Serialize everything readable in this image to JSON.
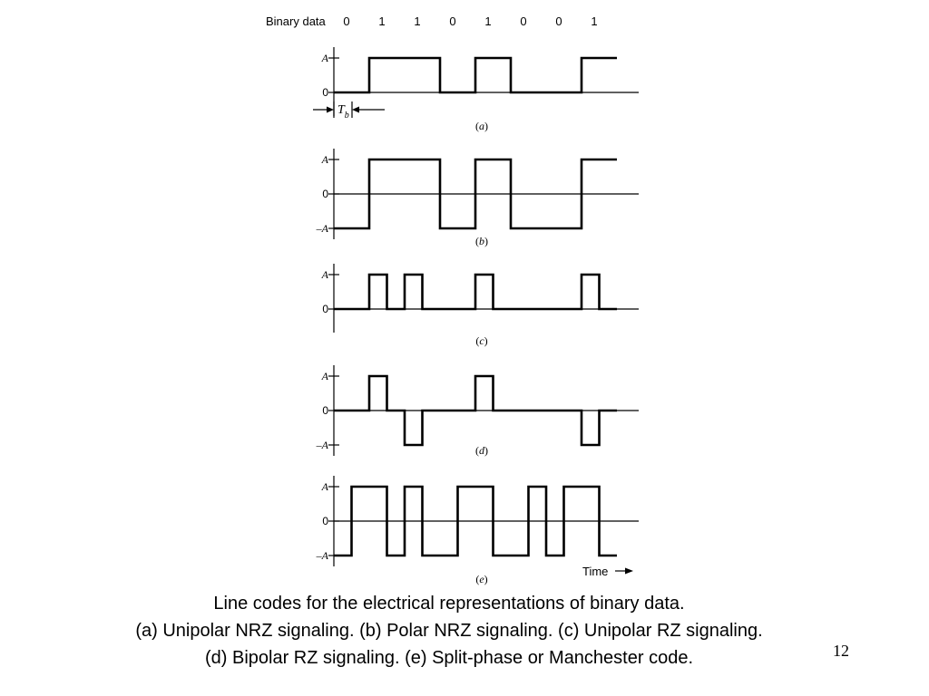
{
  "binary_data": {
    "label": "Binary data",
    "bits": [
      "0",
      "1",
      "1",
      "0",
      "1",
      "0",
      "0",
      "1"
    ]
  },
  "bit_period_label": "T",
  "bit_period_subscript": "b",
  "time_label": "Time",
  "panels": [
    {
      "tag": "a",
      "id": "unipolar-nrz",
      "y_labels": [
        "A",
        "0"
      ],
      "waveform": [
        0,
        1,
        1,
        0,
        1,
        0,
        0,
        1
      ]
    },
    {
      "tag": "b",
      "id": "polar-nrz",
      "y_labels": [
        "A",
        "0",
        "–A"
      ],
      "waveform": [
        -1,
        1,
        1,
        -1,
        1,
        -1,
        -1,
        1
      ]
    },
    {
      "tag": "c",
      "id": "unipolar-rz",
      "y_labels": [
        "A",
        "0"
      ],
      "waveform": [
        0,
        0,
        1,
        0,
        1,
        0,
        0,
        0,
        1,
        0,
        0,
        0,
        0,
        0,
        1,
        0
      ]
    },
    {
      "tag": "d",
      "id": "bipolar-rz",
      "y_labels": [
        "A",
        "0",
        "–A"
      ],
      "waveform": [
        0,
        0,
        1,
        0,
        -1,
        0,
        0,
        0,
        1,
        0,
        0,
        0,
        0,
        0,
        -1,
        0
      ]
    },
    {
      "tag": "e",
      "id": "manchester",
      "y_labels": [
        "A",
        "0",
        "–A"
      ],
      "waveform": [
        -1,
        1,
        1,
        -1,
        1,
        -1,
        -1,
        1,
        1,
        -1,
        -1,
        1,
        -1,
        1,
        1,
        -1
      ]
    }
  ],
  "caption": {
    "line1": "Line codes for the electrical representations of binary data.",
    "line2": "(a)  Unipolar NRZ signaling. (b) Polar NRZ signaling. (c) Unipolar RZ signaling.",
    "line3": "(d) Bipolar RZ signaling. (e) Split-phase or Manchester code."
  },
  "slide_number": "12"
}
